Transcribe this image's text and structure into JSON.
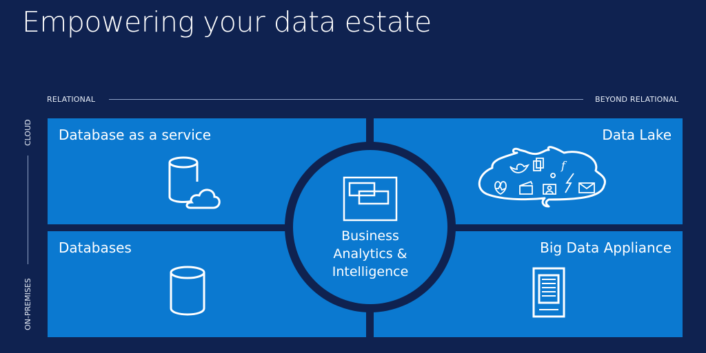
{
  "title": "Empowering your data estate",
  "axes": {
    "left_top": "RELATIONAL",
    "right_top": "BEYOND RELATIONAL",
    "side_top": "CLOUD",
    "side_bottom": "ON-PREMISES"
  },
  "quadrants": {
    "top_left": {
      "label": "Database as a service",
      "icon": "database-cloud-icon"
    },
    "bottom_left": {
      "label": "Databases",
      "icon": "database-icon"
    },
    "top_right": {
      "label": "Data Lake",
      "icon": "data-lake-cloud-icon"
    },
    "bottom_right": {
      "label": "Big Data Appliance",
      "icon": "appliance-icon"
    }
  },
  "center": {
    "line1": "Business",
    "line2": "Analytics &",
    "line3": "Intelligence",
    "icon": "dashboard-icon"
  },
  "colors": {
    "background": "#0f2250",
    "tile": "#0b79d0"
  }
}
